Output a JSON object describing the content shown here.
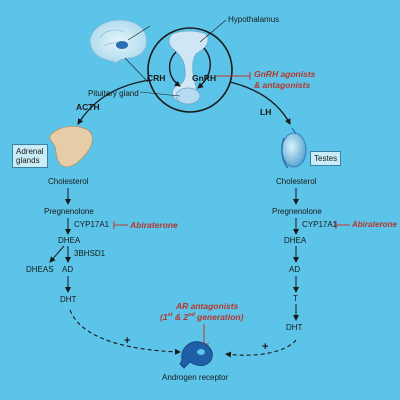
{
  "top": {
    "hypothalamus": "Hypothalamus",
    "pituitary": "Pituitary gland",
    "crh": "CRH",
    "gnrh": "GnRH",
    "gnrh_drugs_line1": "GnRH agonists",
    "gnrh_drugs_line2": "& antagonists"
  },
  "acth": "ACTH",
  "lh": "LH",
  "adrenal": {
    "label_line1": "Adrenal",
    "label_line2": "glands",
    "cholesterol": "Cholesterol",
    "pregnenolone": "Pregnenolone",
    "enzyme": "CYP17A1",
    "drug": "Abiraterone",
    "dhea": "DHEA",
    "dheas": "DHEAS",
    "enzyme2": "3BHSD1",
    "ad": "AD",
    "dht": "DHT"
  },
  "testes": {
    "label": "Testes",
    "cholesterol": "Cholesterol",
    "pregnenolone": "Pregnenolone",
    "enzyme": "CYP17A1",
    "drug": "Abiraterone",
    "dhea": "DHEA",
    "ad": "AD",
    "t": "T",
    "dht": "DHT"
  },
  "ar": {
    "antagonists_line1": "AR antagonists",
    "antagonists_line2_pre": "(1",
    "sup1": "st",
    "antagonists_line2_mid": " & 2",
    "sup2": "nd",
    "antagonists_line2_post": " generation)",
    "receptor": "Androgen receptor",
    "plus_left": "+",
    "plus_right": "+"
  },
  "colors": {
    "background": "#5bc4e8",
    "arrow": "#1a1a1a",
    "drug_red": "#b8362a",
    "inhibit_line": "#c0392b",
    "receptor_blue": "#1e5fa8"
  }
}
